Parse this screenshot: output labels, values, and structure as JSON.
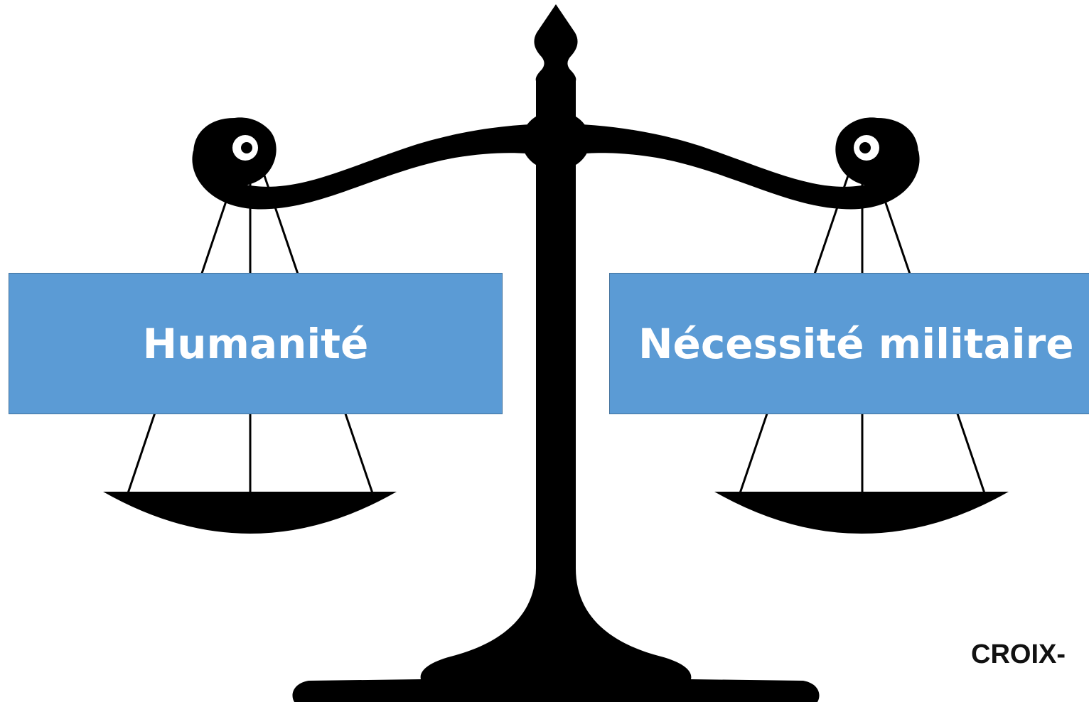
{
  "labels": {
    "left": "Humanité",
    "right": "Nécessité militaire"
  },
  "corner_text": "CROIX-",
  "colors": {
    "box_fill": "#5b9bd5",
    "box_border": "#41719c",
    "label_text": "#ffffff",
    "scale_fill": "#000000",
    "background": "#ffffff"
  }
}
